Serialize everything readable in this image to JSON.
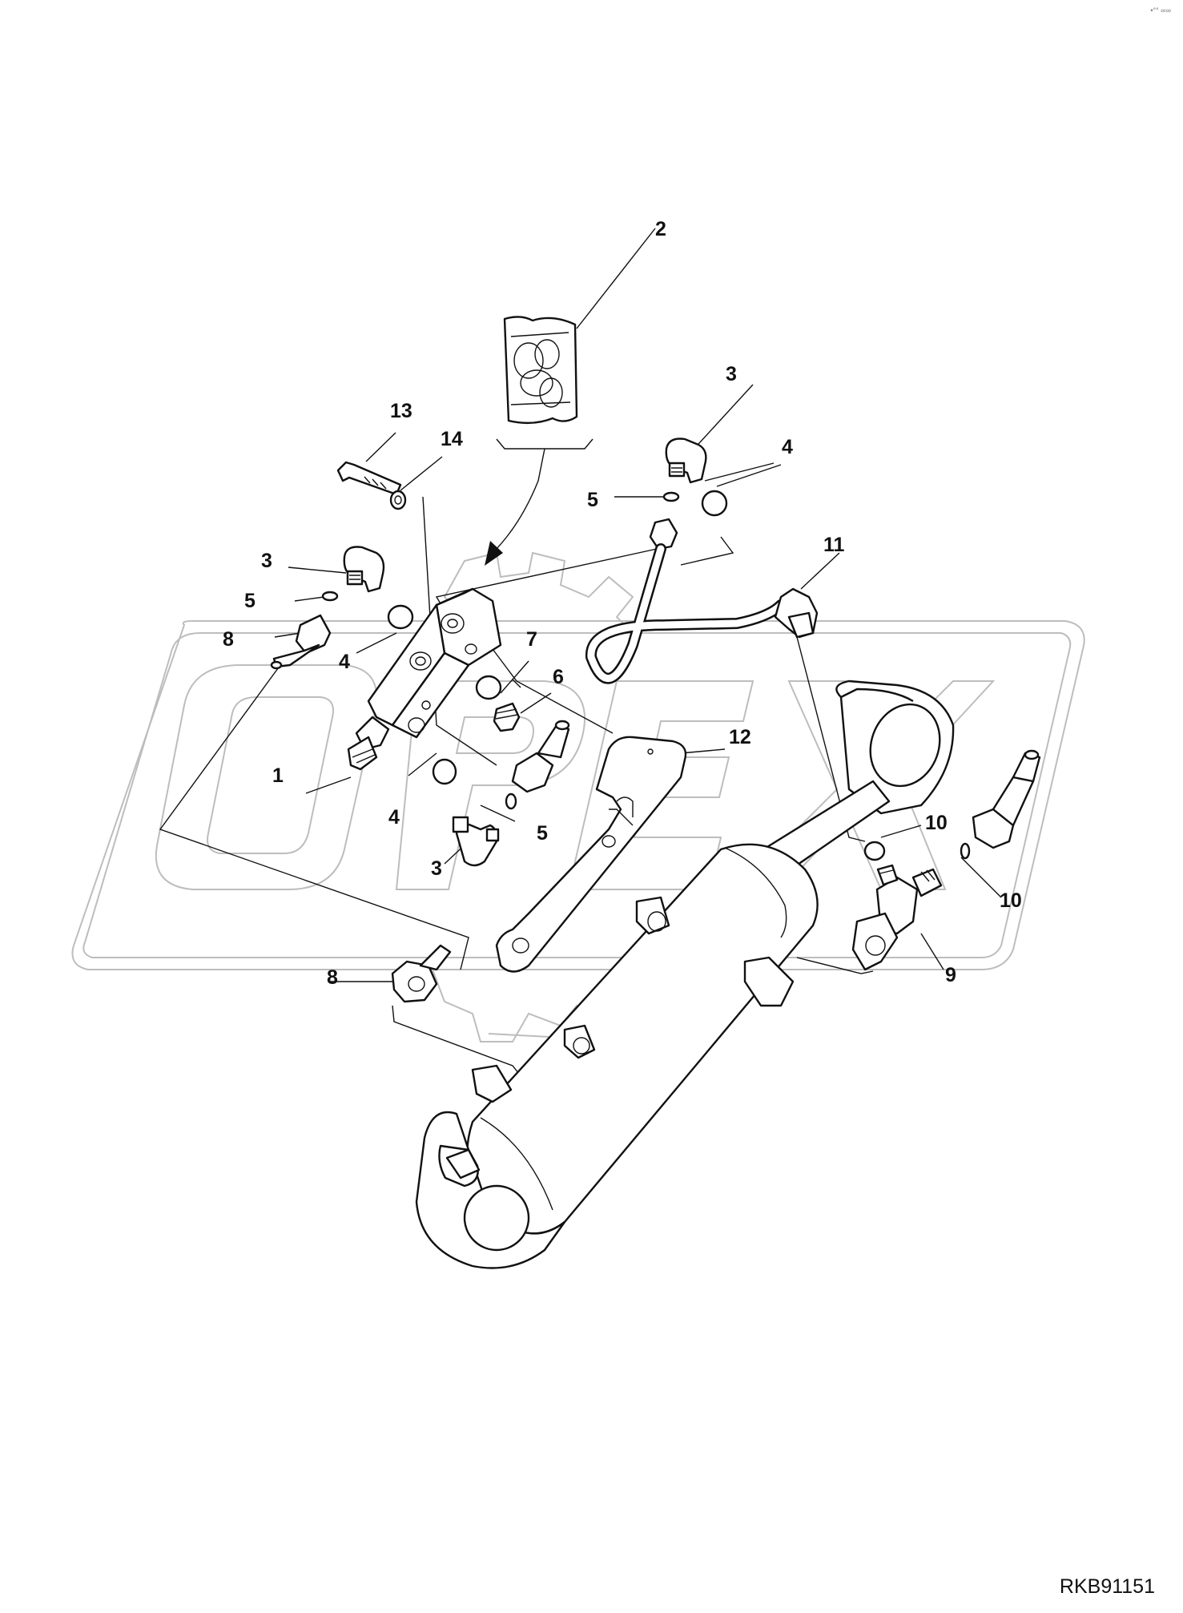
{
  "callouts": [
    {
      "id": "c2",
      "text": "2"
    },
    {
      "id": "c13",
      "text": "13"
    },
    {
      "id": "c14",
      "text": "14"
    },
    {
      "id": "c3a",
      "text": "3"
    },
    {
      "id": "c5a",
      "text": "5"
    },
    {
      "id": "c8a",
      "text": "8"
    },
    {
      "id": "c4a",
      "text": "4"
    },
    {
      "id": "c1",
      "text": "1"
    },
    {
      "id": "c4b",
      "text": "4"
    },
    {
      "id": "c3b",
      "text": "3"
    },
    {
      "id": "c5b",
      "text": "5"
    },
    {
      "id": "c7",
      "text": "7"
    },
    {
      "id": "c6",
      "text": "6"
    },
    {
      "id": "c3c",
      "text": "3"
    },
    {
      "id": "c4c",
      "text": "4"
    },
    {
      "id": "c5c",
      "text": "5"
    },
    {
      "id": "c11",
      "text": "11"
    },
    {
      "id": "c12",
      "text": "12"
    },
    {
      "id": "c10a",
      "text": "10"
    },
    {
      "id": "c10b",
      "text": "10"
    },
    {
      "id": "c9",
      "text": "9"
    },
    {
      "id": "c8b",
      "text": "8"
    }
  ],
  "drawing_code": "RKB91151",
  "watermark": "OPEX",
  "corner_mark": "•°° ∞∞",
  "colors": {
    "line": "#111111",
    "watermark": "#bdbdbd",
    "background": "#ffffff"
  }
}
